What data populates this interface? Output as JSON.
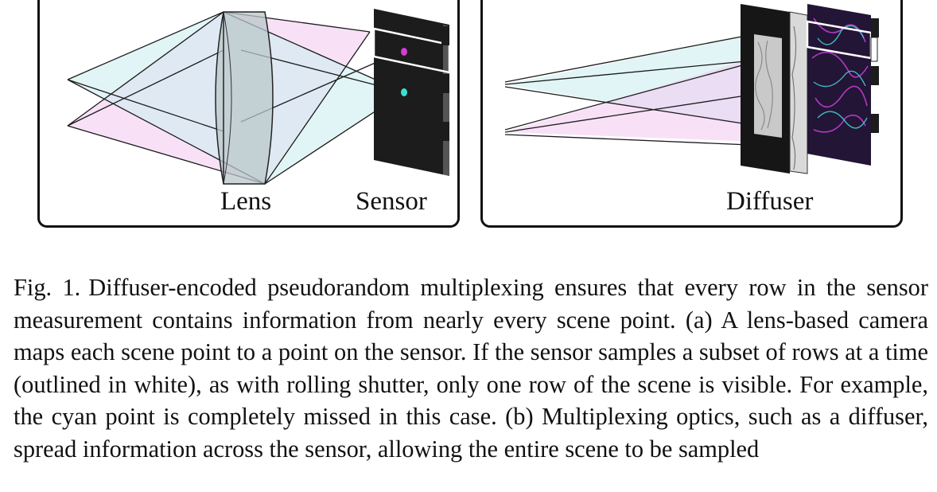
{
  "figure": {
    "panel_a": {
      "labels": {
        "lens": "Lens",
        "sensor": "Sensor"
      }
    },
    "panel_b": {
      "labels": {
        "diffuser": "Diffuser"
      }
    },
    "colors": {
      "ray_pink": "#f2c9f0",
      "ray_cyan": "#cfeef0",
      "sensor": "#1c1c1c",
      "cyan_point": "#39e0d2",
      "magenta_point": "#d63cd0"
    }
  },
  "caption": {
    "fig_label": "Fig. 1.",
    "text": "Diffuser-encoded pseudorandom multiplexing ensures that every row in the sensor measurement contains information from nearly every scene point. (a) A lens-based camera maps each scene point to a point on the sensor. If the sensor samples a subset of rows at a time (outlined in white), as with rolling shutter, only one row of the scene is visible. For example, the cyan point is completely missed in this case. (b) Multiplexing optics, such as a diffuser, spread information across the sensor, allowing the entire scene to be sampled"
  }
}
